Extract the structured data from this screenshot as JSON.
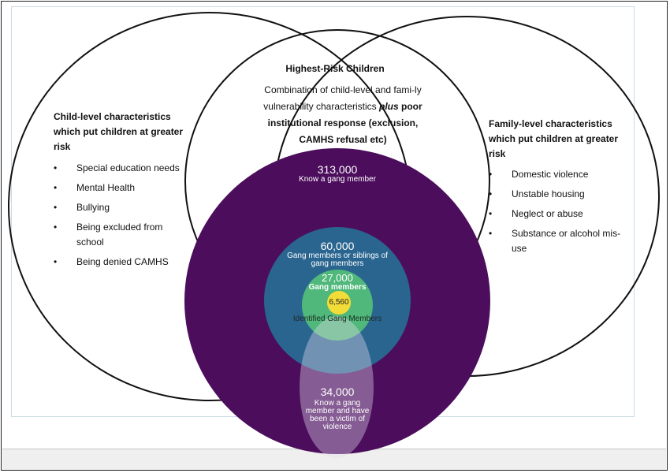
{
  "center": {
    "title": "Highest-Risk Children",
    "body_pre": "Combination of child-level and fami-ly vulnerability characteristics ",
    "body_emph": "plus",
    "body_bold": " poor institutional response (exclusion, CAMHS refusal etc)"
  },
  "left": {
    "heading": "Child-level characteristics which put children at greater risk",
    "items": [
      "Special education needs",
      "Mental Health",
      "Bullying",
      "Being excluded from school",
      "Being denied CAMHS"
    ]
  },
  "right": {
    "heading": "Family-level characteristics which put children at greater risk",
    "items": [
      "Domestic violence",
      "Unstable housing",
      "Neglect or abuse",
      "Substance or alcohol mis-use"
    ]
  },
  "rings": [
    {
      "value": "313,000",
      "label": "Know a gang member"
    },
    {
      "value": "60,000",
      "label": "Gang members or siblings of gang members"
    },
    {
      "value": "27,000",
      "label": "Gang members"
    },
    {
      "value": "6,560",
      "label": "Identified Gang Members"
    }
  ],
  "victims": {
    "value": "34,000",
    "label": "Know a gang member and have been a victim of violence"
  },
  "colors": {
    "outer": "#4b0d5c",
    "ring60": "#2a6590",
    "ring27": "#4fb87a",
    "core": "#f2dc38",
    "overlay": "#e6dced"
  }
}
